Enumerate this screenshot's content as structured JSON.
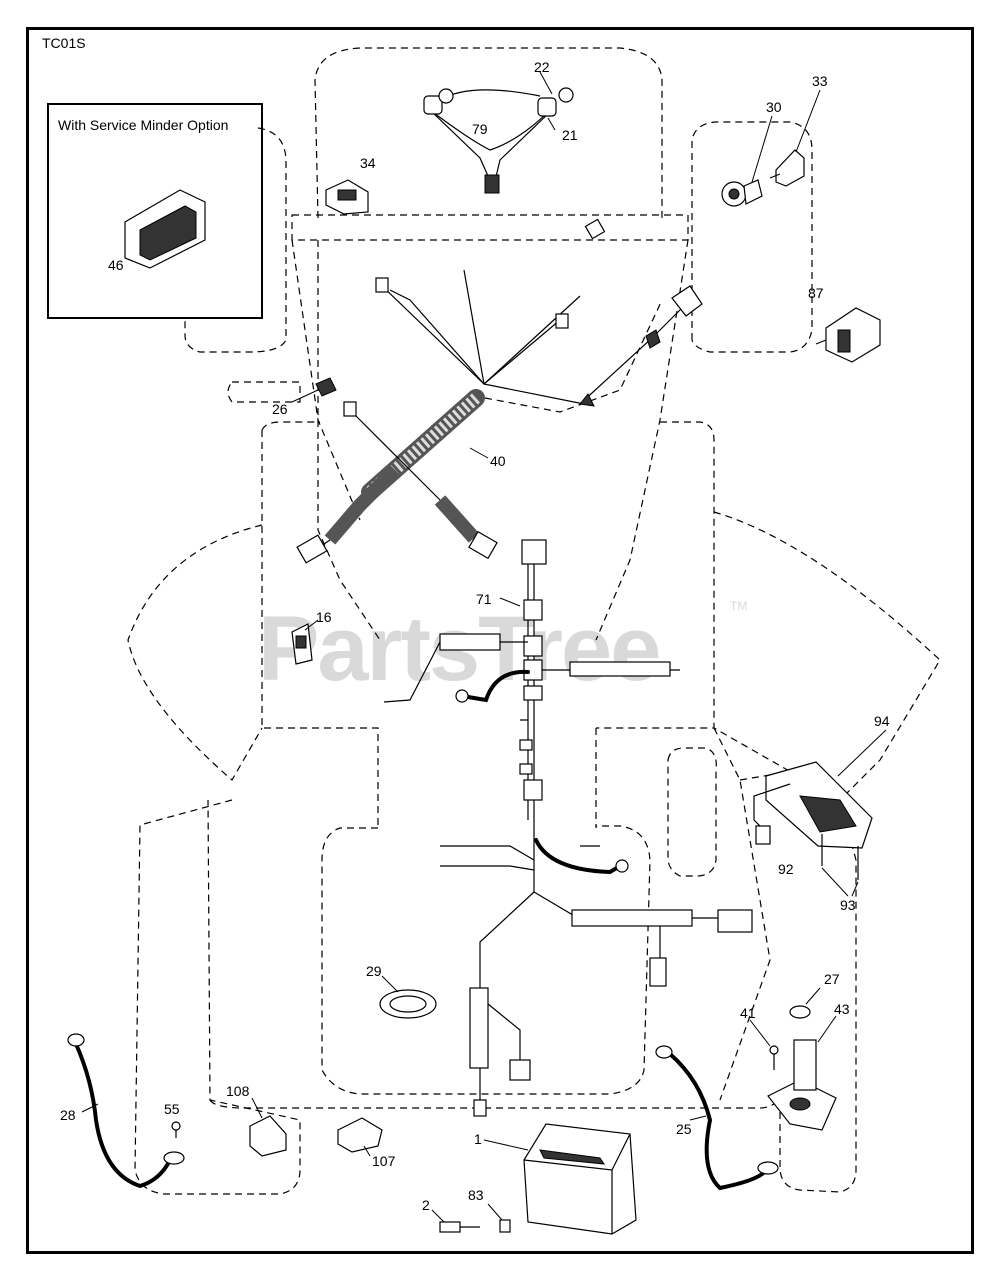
{
  "diagram": {
    "code": "TC01S",
    "watermark": "PartsTree",
    "watermark_tm": "TM",
    "inset": {
      "title": "With Service Minder Option",
      "part": "46"
    }
  },
  "callouts": [
    {
      "id": "c22",
      "label": "22"
    },
    {
      "id": "c79",
      "label": "79"
    },
    {
      "id": "c21",
      "label": "21"
    },
    {
      "id": "c33",
      "label": "33"
    },
    {
      "id": "c30",
      "label": "30"
    },
    {
      "id": "c34",
      "label": "34"
    },
    {
      "id": "c87",
      "label": "87"
    },
    {
      "id": "c26",
      "label": "26"
    },
    {
      "id": "c40",
      "label": "40"
    },
    {
      "id": "c16",
      "label": "16"
    },
    {
      "id": "c71",
      "label": "71"
    },
    {
      "id": "c94",
      "label": "94"
    },
    {
      "id": "c92",
      "label": "92"
    },
    {
      "id": "c93",
      "label": "93"
    },
    {
      "id": "c29",
      "label": "29"
    },
    {
      "id": "c27",
      "label": "27"
    },
    {
      "id": "c41",
      "label": "41"
    },
    {
      "id": "c43",
      "label": "43"
    },
    {
      "id": "c28",
      "label": "28"
    },
    {
      "id": "c55",
      "label": "55"
    },
    {
      "id": "c108",
      "label": "108"
    },
    {
      "id": "c107",
      "label": "107"
    },
    {
      "id": "c1",
      "label": "1"
    },
    {
      "id": "c25",
      "label": "25"
    },
    {
      "id": "c2",
      "label": "2"
    },
    {
      "id": "c83",
      "label": "83"
    }
  ]
}
